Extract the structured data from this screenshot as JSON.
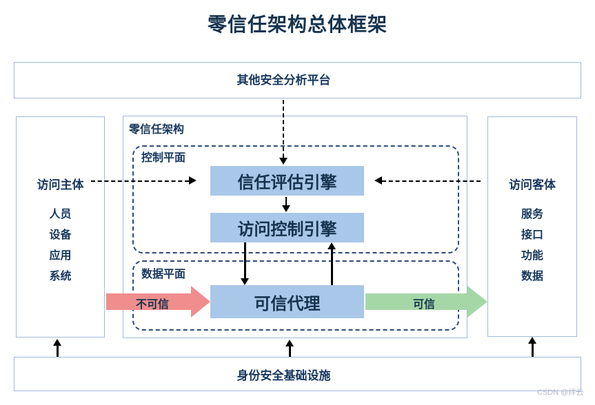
{
  "title": "零信任架构总体框架",
  "top_box": {
    "label": "其他安全分析平台"
  },
  "left_box": {
    "title": "访问主体",
    "items": [
      "人员",
      "设备",
      "应用",
      "系统"
    ]
  },
  "right_box": {
    "title": "访问客体",
    "items": [
      "服务",
      "接口",
      "功能",
      "数据"
    ]
  },
  "zero_trust": {
    "label": "零信任架构",
    "control_plane": {
      "label": "控制平面",
      "engines": [
        "信任评估引擎",
        "访问控制引擎"
      ]
    },
    "data_plane": {
      "label": "数据平面",
      "proxy": "可信代理"
    }
  },
  "flows": {
    "untrusted": "不可信",
    "trusted": "可信"
  },
  "bottom_box": {
    "label": "身份安全基础设施"
  },
  "watermark": "CSDN @绊云",
  "colors": {
    "text_navy": "#17375e",
    "box_border": "#a3b8dc",
    "dashed_border": "#2b4a80",
    "fill_blue": "#a9c7e8",
    "flow_red": "#f08d8d",
    "flow_green": "#a5d7a6"
  }
}
